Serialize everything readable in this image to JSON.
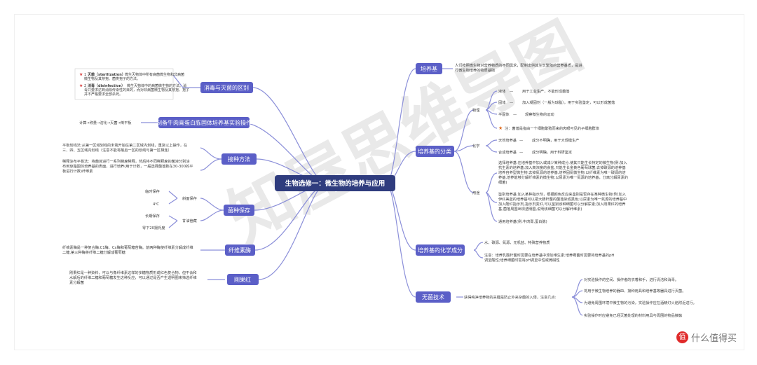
{
  "watermark": "知屋思维导图",
  "center": "生物选修一：微生物的培养与应用",
  "left": {
    "sterile": {
      "label": "消毒与灭菌的区别",
      "items": [
        {
          "num": "1",
          "title": "灭菌（sterilization）",
          "text1": "微生灭物体中所有病菌微生物和非病菌",
          "text2": "微生物及其芽孢、菌类孢子的方法。"
        },
        {
          "num": "2",
          "title": "消毒（disinfection）",
          "text1": "微生灭物体中的病菌微生物的方法。消",
          "text2": "毒只要求达到消除传染性的目的，而对非病菌微生物及其芽孢、孢子",
          "text3": "并不严格要求全部杀死。"
        }
      ]
    },
    "medium_prep": {
      "label": "制备牛肉膏蛋白胨固体培养基实验操作",
      "note": "计算→称量→溶化→灭菌→倒平板"
    },
    "inoculation": {
      "label": "接种方法",
      "streak1": "平板划线法:从第一区域划线的末端开始往第二区域内划线，重复以上操作，在",
      "streak2": "三、四、五区域内划线（注意不能将最后一区的划线与第一区相连）",
      "dilution1": "稀释涂布平板法：将菌液进行一系列梯度稀释，然后将不同稀释度的菌液分别涂",
      "dilution2": "布到琼脂固体培养基的表面，进行培养(用于计数，一般选择菌落数在30-300的平",
      "dilution3": "板进行计数)纤维素"
    },
    "preservation": {
      "label": "菌种保存",
      "short_label": "斜面保存",
      "long_label": "甘油管藏",
      "temp_short": "临时保存",
      "deg4": "4℃",
      "temp_long": "长期保存",
      "deg20": "零下20摄氏度"
    },
    "cellulase": {
      "label": "纤维素酶",
      "line1": "纤维素酶是一种复合酶:C1酶、Cx酶和葡萄糖苷酶。前两种酶使纤维素分解成纤维",
      "line2": "二糖,第三种酶将纤维二糖分解成葡萄糖"
    },
    "congo": {
      "label": "刚果红",
      "line1": "刚果红是一种染料，可以与像纤维素这样的多糖物质形成红色复合物，但不会和",
      "line2": "水解后的纤维二糖和葡萄糖发生这种反应，可以通过是否产生透明圈来筛选纤维",
      "line3": "素分解菌"
    }
  },
  "right": {
    "medium": {
      "label": "培养基",
      "line1": "人们按照微生物对营养物质的不同需求，配制出供其生长繁殖的营养基质，是进",
      "line2": "行微生物培养的物质基础"
    },
    "classification": {
      "label": "培养基的分类",
      "physical": {
        "label": "物理",
        "liquid": "液体",
        "liquid_d": "用于工业生产，不能形成菌落",
        "solid": "固体",
        "solid_d": "加入凝固剂（一般为琼脂），用于实验鉴定，可以形成菌落",
        "semi": "半固体",
        "semi_d": "观察微生物的运动",
        "note": "注：菌落是指由一个细胞繁殖而来的肉眼可见的子细胞群体"
      },
      "chemical": {
        "label": "化学",
        "natural": "天然培养基",
        "natural_d": "成分不明确，用于大规模生产",
        "synthetic": "合成培养基",
        "synthetic_d": "成分明确，用于科研鉴定"
      },
      "use": {
        "label": "用途",
        "sel1": "选择培养基:在培养基中加入或减少某种成分,使其只能生长特定的微生物(例:加入",
        "sel2": "抗生素的培养基;加入高浓度的食盐,只能生长金黄色葡萄球菌;去掉碳源的培养基",
        "sel3": "培养自养型微生物;去掉氮源的培养基,培养固氮微生物;以纤维素为唯一碳源的培",
        "sel4": "养基,培养能够分解纤维素的微生物;以尿素为唯一氮源的培养基，分离分解尿素的",
        "sel5": "细菌)",
        "id1": "鉴别培养基:加入某种指示剂，根据颜色反应来鉴别是否存在某种微生物(例:加入",
        "id2": "伊红美蓝的培养基可以把大肠杆菌的菌落染成黑色;以尿素为唯一氮源的培养基中",
        "id3": "加入酚红指示剂,指示剂变红,可以鉴别该种细菌可以分解尿素;加入刚果红的培养",
        "id4": "基,菌落周围出现透明圈,说明该细菌可以分解纤维素)",
        "general": "通用培养基(例:牛肉膏,蛋白胨)"
      }
    },
    "composition": {
      "label": "培养基的化学成分",
      "line1": "水、碳源、氮源、无机盐、特殊营养物质",
      "line2": "注意：培养乳酸杆菌时需要在培养基中添加维生素;培养霉菌时需要将培养基的pH",
      "line3": "调至酸性;培养细菌时需将pH调至中性或微碱性"
    },
    "aseptic": {
      "label": "无菌技术",
      "intro": "获得纯净培养物的关键是防止外来杂菌的入侵，注意几点:",
      "i1": "对实验操作的空间、操作者的衣着和手，进行清洁和消毒。",
      "i2": "将用于微生物培养的器皿、接种用具和培养基等器具进行灭菌。",
      "i3": "为避免周围环境中微生物的污染，实验操作应在酒精灯火焰附近进行。",
      "i4": "实验操作时应避免已经灭菌处理的材料用具与周围的物品接触"
    }
  },
  "brand": {
    "badge": "值",
    "text": "什么值得买"
  },
  "colors": {
    "node": "#5b5fc7",
    "center": "#2f3c7e",
    "line": "#8b8fd9"
  }
}
